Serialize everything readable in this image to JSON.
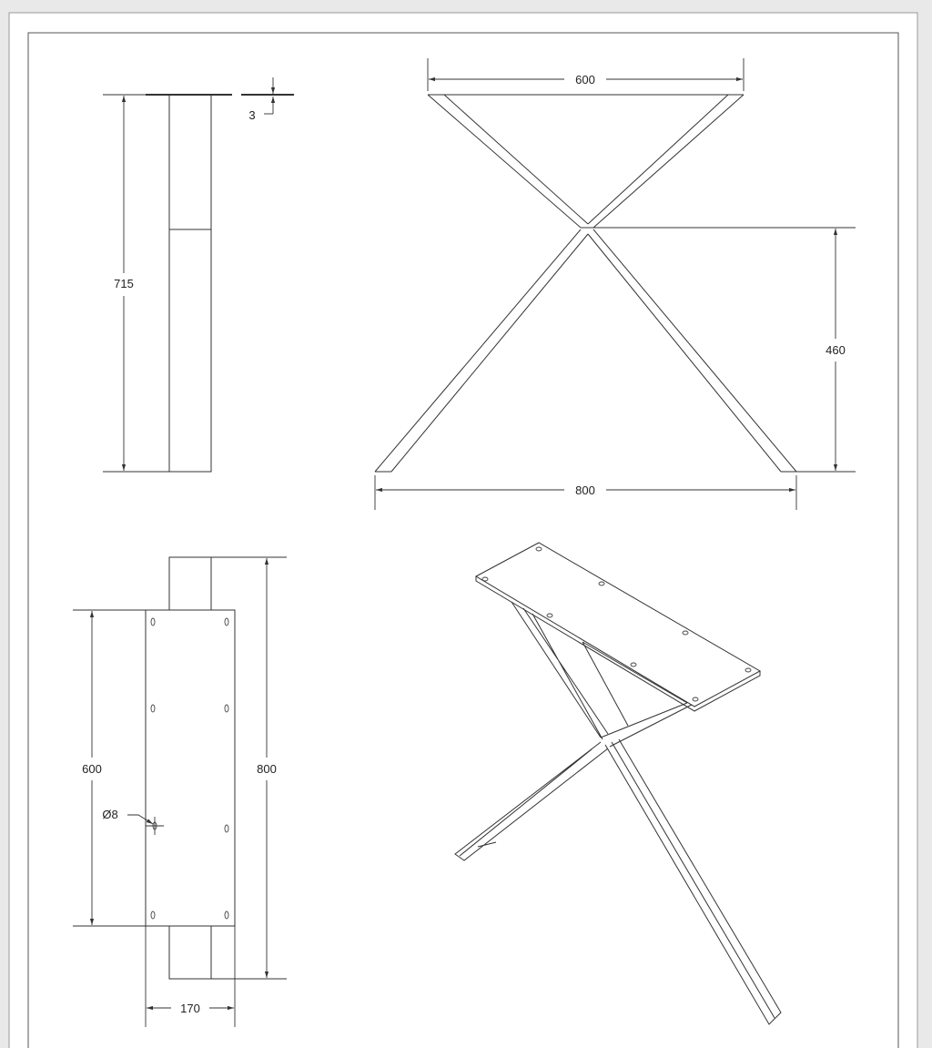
{
  "drawing": {
    "side_view": {
      "height_label": "715",
      "plate_thickness_label": "3"
    },
    "front_view": {
      "top_width_label": "600",
      "crossing_height_label": "460",
      "bottom_width_label": "800"
    },
    "top_view": {
      "plate_length_label": "600",
      "total_length_label": "800",
      "hole_diameter_label": "Ø8",
      "width_label": "170"
    },
    "isometric_view": {}
  },
  "colors": {
    "line": "#333333",
    "paper": "#ffffff",
    "margin": "#e9e9e9"
  }
}
